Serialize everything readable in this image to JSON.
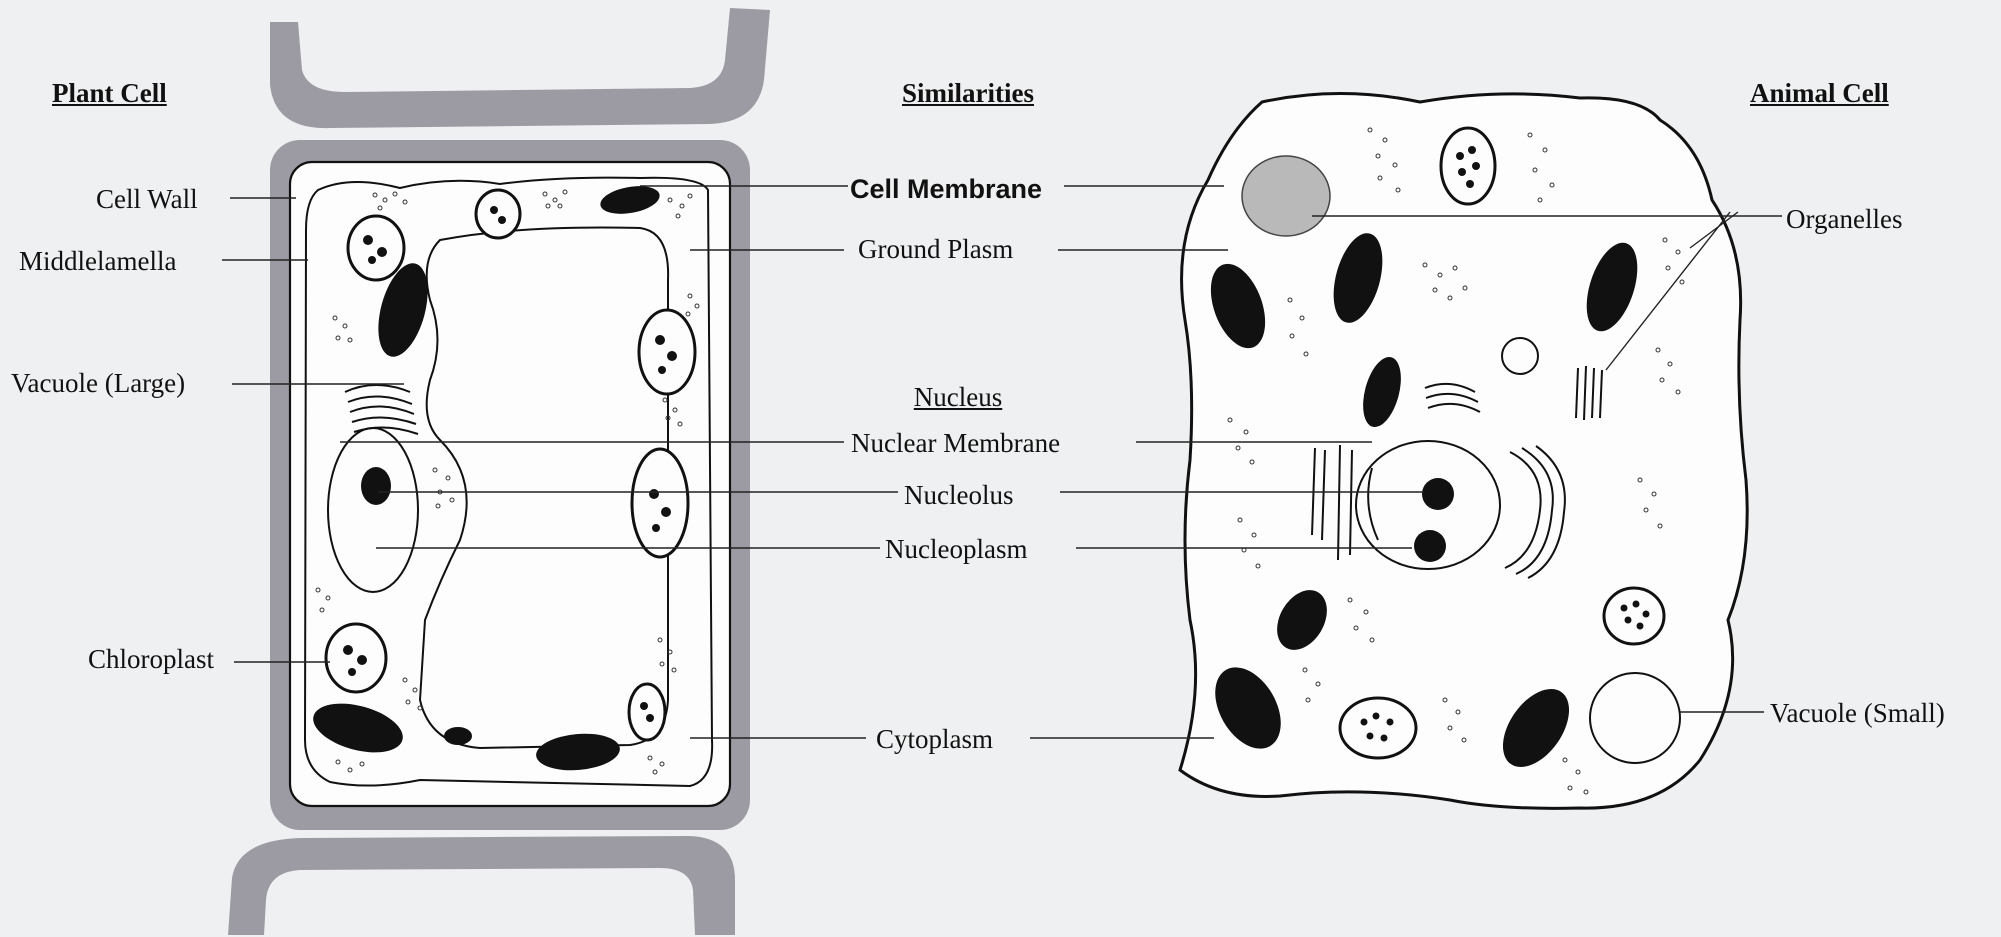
{
  "headings": {
    "plant_cell": "Plant Cell",
    "similarities": "Similarities",
    "animal_cell": "Animal Cell",
    "nucleus": "Nucleus"
  },
  "plant_labels": {
    "cell_wall": "Cell Wall",
    "middle_lamella": "Middlelamella",
    "vacuole_large": "Vacuole (Large)",
    "chloroplast": "Chloroplast"
  },
  "similarity_labels": {
    "cell_membrane": "Cell Membrane",
    "ground_plasm": "Ground Plasm",
    "nuclear_membrane": "Nuclear Membrane",
    "nucleolus": "Nucleolus",
    "nucleoplasm": "Nucleoplasm",
    "cytoplasm": "Cytoplasm"
  },
  "animal_labels": {
    "organelles": "Organelles",
    "vacuole_small": "Vacuole (Small)"
  },
  "colors": {
    "background": "#eff0f1",
    "cell_wall": "#9c9ba3",
    "ink": "#111111",
    "cell_fill": "#fdfdfd"
  }
}
